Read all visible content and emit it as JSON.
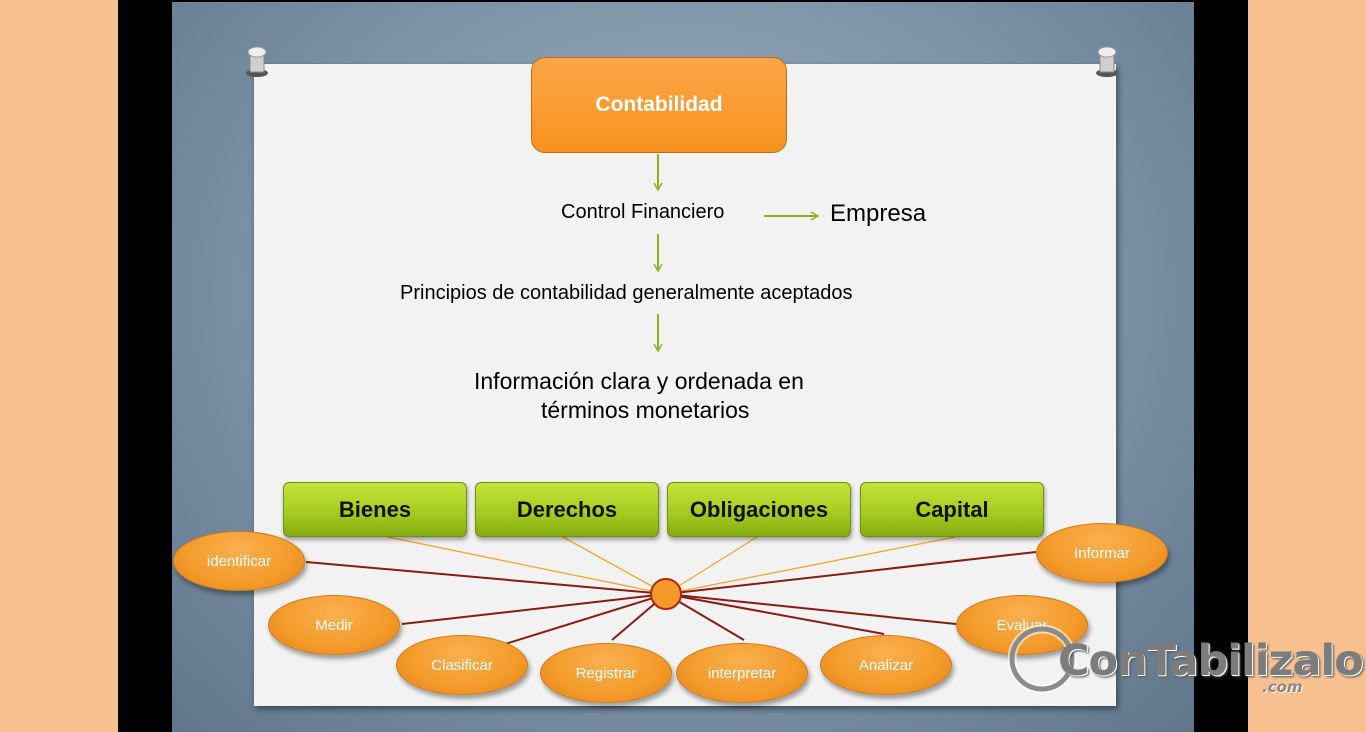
{
  "diagram": {
    "title": "Contabilidad",
    "control": "Control Financiero",
    "empresa": "Empresa",
    "principios": "Principios de contabilidad generalmente aceptados",
    "info_line1": "Información clara y ordenada en",
    "info_line2": "términos monetarios",
    "boxes": [
      "Bienes",
      "Derechos",
      "Obligaciones",
      "Capital"
    ],
    "actions": [
      "identificar",
      "Medir",
      "Clasificar",
      "Registrar",
      "interpretar",
      "Analizar",
      "Evaluar",
      "Informar"
    ]
  },
  "logo": {
    "text": "ConTabilizalo",
    "suffix": ".com"
  },
  "colors": {
    "orange": "#f7931e",
    "green": "#a6cc1f",
    "arrow": "#8db21e",
    "spoke_dark": "#8b1a12",
    "spoke_light": "#f5a623",
    "background": "#f7c08f"
  }
}
